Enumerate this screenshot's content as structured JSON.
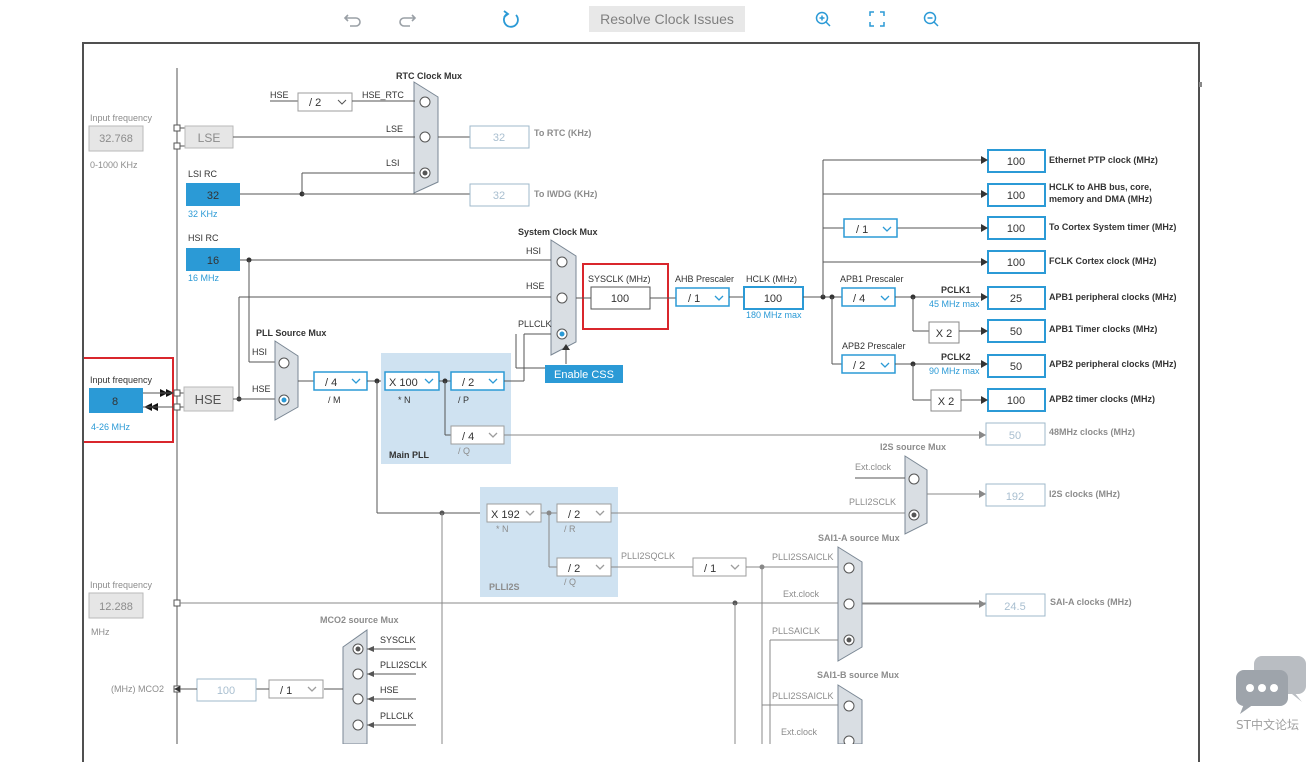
{
  "toolbar": {
    "resolve_label": "Resolve Clock Issues",
    "icons": [
      "undo-icon",
      "redo-icon",
      "refresh-icon",
      "zoom-in-icon",
      "fit-screen-icon",
      "zoom-out-icon"
    ]
  },
  "lse_input": {
    "label": "Input frequency",
    "value": "32.768",
    "range": "0-1000 KHz"
  },
  "lse": {
    "label": "LSE"
  },
  "lsi": {
    "label": "LSI RC",
    "value": "32",
    "unit": "32 KHz"
  },
  "hsi": {
    "label": "HSI RC",
    "value": "16",
    "unit": "16 MHz"
  },
  "hse_input": {
    "label": "Input frequency",
    "value": "8",
    "range": "4-26 MHz"
  },
  "hse": {
    "label": "HSE"
  },
  "i2s_input": {
    "label": "Input frequency",
    "value": "12.288",
    "unit": "MHz"
  },
  "rtc_mux": {
    "title": "RTC Clock Mux",
    "hse_label": "HSE",
    "hse_rtc": "HSE_RTC",
    "lse": "LSE",
    "lsi": "LSI",
    "div": "/ 2",
    "rtc_out": "32",
    "rtc_label": "To RTC (KHz)",
    "iwdg_out": "32",
    "iwdg_label": "To IWDG (KHz)"
  },
  "sys_mux": {
    "title": "System Clock Mux",
    "hsi": "HSI",
    "hse": "HSE",
    "pllclk": "PLLCLK"
  },
  "sysclk": {
    "label": "SYSCLK (MHz)",
    "value": "100"
  },
  "ahb": {
    "label": "AHB Prescaler",
    "div": "/ 1"
  },
  "hclk": {
    "label": "HCLK (MHz)",
    "value": "100",
    "max": "180 MHz max"
  },
  "apb1": {
    "label": "APB1 Prescaler",
    "div": "/ 4",
    "pclk": "PCLK1",
    "max": "45 MHz max",
    "x2": "X 2"
  },
  "apb2": {
    "label": "APB2 Prescaler",
    "div": "/ 2",
    "pclk": "PCLK2",
    "max": "90 MHz max",
    "x2": "X 2"
  },
  "cortex_div": "/ 1",
  "outputs": [
    {
      "value": "100",
      "label": "Ethernet PTP clock (MHz)"
    },
    {
      "value": "100",
      "label": "HCLK to AHB bus, core,",
      "label2": "memory and DMA (MHz)"
    },
    {
      "value": "100",
      "label": "To Cortex System timer (MHz)"
    },
    {
      "value": "100",
      "label": "FCLK Cortex clock (MHz)"
    },
    {
      "value": "25",
      "label": "APB1 peripheral clocks (MHz)"
    },
    {
      "value": "50",
      "label": "APB1 Timer clocks (MHz)"
    },
    {
      "value": "50",
      "label": "APB2 peripheral clocks (MHz)"
    },
    {
      "value": "100",
      "label": "APB2 timer clocks (MHz)"
    }
  ],
  "pll_mux": {
    "title": "PLL Source Mux",
    "hsi": "HSI",
    "hse": "HSE"
  },
  "main_pll": {
    "title": "Main PLL",
    "m": "/ 4",
    "m_lbl": "/ M",
    "n": "X 100",
    "n_lbl": "* N",
    "p": "/ 2",
    "p_lbl": "/ P",
    "q": "/ 4",
    "q_lbl": "/ Q"
  },
  "enable_css": "Enable CSS",
  "usb48": {
    "value": "50",
    "label": "48MHz clocks (MHz)"
  },
  "i2s_mux": {
    "title": "I2S source Mux",
    "ext": "Ext.clock",
    "plli2sclk": "PLLI2SCLK",
    "out": "192",
    "label": "I2S clocks (MHz)"
  },
  "plli2s": {
    "title": "PLLI2S",
    "n": "X 192",
    "n_lbl": "* N",
    "r": "/ 2",
    "r_lbl": "/ R",
    "q": "/ 2",
    "q_lbl": "/ Q",
    "sq": "PLLI2SQCLK",
    "div": "/ 1"
  },
  "sai_a": {
    "title": "SAI1-A source Mux",
    "plli2ssai": "PLLI2SSAICLK",
    "ext": "Ext.clock",
    "pllsai": "PLLSAICLK",
    "out": "24.5",
    "label": "SAI-A clocks (MHz)"
  },
  "sai_b": {
    "title": "SAI1-B source Mux",
    "plli2ssai": "PLLI2SSAICLK",
    "ext": "Ext.clock"
  },
  "mco2": {
    "title": "MCO2 source Mux",
    "sysclk": "SYSCLK",
    "plli2s": "PLLI2SCLK",
    "hse": "HSE",
    "pllclk": "PLLCLK",
    "div": "/ 1",
    "out": "100",
    "label": "(MHz) MCO2"
  },
  "footer": {
    "logo_text": "ST中文论坛"
  },
  "colors": {
    "accent": "#2b9ad6",
    "highlight": "#d9262c",
    "mux": "#d9dee3",
    "pll_bg": "#cfe2f1"
  }
}
